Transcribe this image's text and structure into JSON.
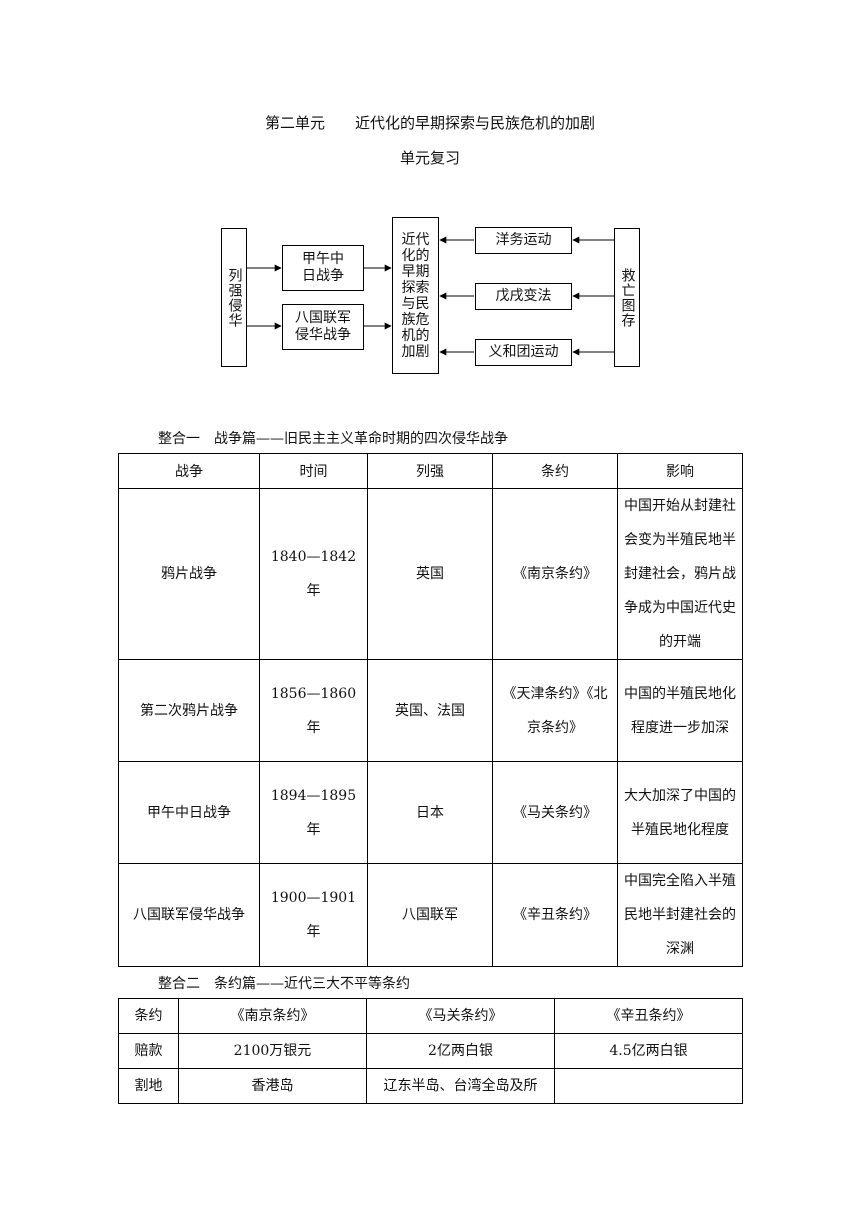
{
  "heading": "第二单元　　近代化的早期探索与民族危机的加剧",
  "subheading": "单元复习",
  "diagram": {
    "left_box": "列强侵华",
    "war1": [
      "甲午中",
      "日战争"
    ],
    "war2": [
      "八国联军",
      "侵华战争"
    ],
    "center_box": "近代化的早期探索与民族危机的加剧",
    "move1": "洋务运动",
    "move2": "戊戌变法",
    "move3": "义和团运动",
    "right_box": "救亡图存"
  },
  "section1": {
    "label": "整合一　战争篇——旧民主主义革命时期的四次侵华战争",
    "headers": [
      "战争",
      "时间",
      "列强",
      "条约",
      "影响"
    ],
    "rows": [
      {
        "war": "鸦片战争",
        "time": "1840—1842年",
        "powers": "英国",
        "treaty": "《南京条约》",
        "impact": "中国开始从封建社会变为半殖民地半封建社会，鸦片战争成为中国近代史的开端"
      },
      {
        "war": "第二次鸦片战争",
        "time": "1856—1860年",
        "powers": "英国、法国",
        "treaty": "《天津条约》《北京条约》",
        "impact": "中国的半殖民地化程度进一步加深"
      },
      {
        "war": "甲午中日战争",
        "time": "1894—1895年",
        "powers": "日本",
        "treaty": "《马关条约》",
        "impact": "大大加深了中国的半殖民地化程度"
      },
      {
        "war": "八国联军侵华战争",
        "time": "1900—1901年",
        "powers": "八国联军",
        "treaty": "《辛丑条约》",
        "impact": "中国完全陷入半殖民地半封建社会的深渊"
      }
    ]
  },
  "section2": {
    "label": "整合二　条约篇——近代三大不平等条约",
    "rows": [
      [
        "条约",
        "《南京条约》",
        "《马关条约》",
        "《辛丑条约》"
      ],
      [
        "赔款",
        "2100万银元",
        "2亿两白银",
        "4.5亿两白银"
      ],
      [
        "割地",
        "香港岛",
        "辽东半岛、台湾全岛及所",
        ""
      ]
    ]
  }
}
